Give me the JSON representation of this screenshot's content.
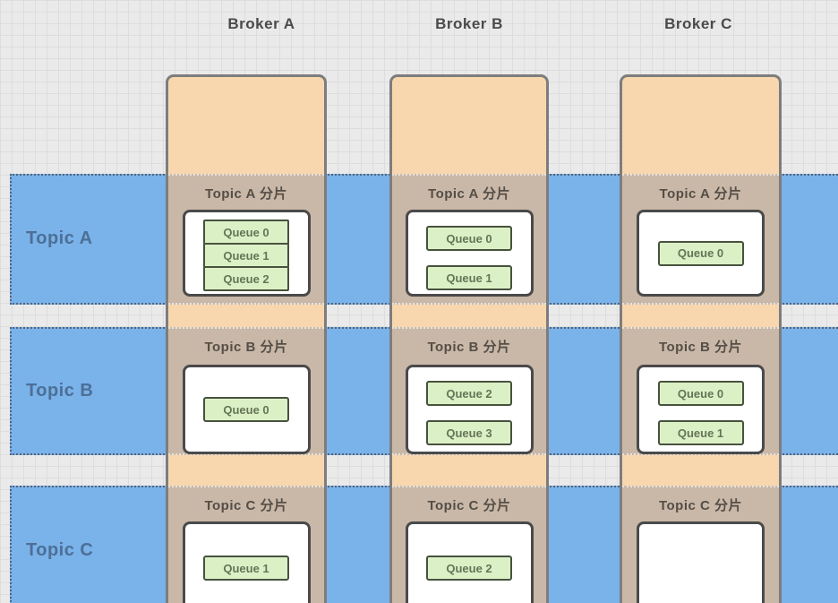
{
  "diagram": {
    "brokers": [
      {
        "label": "Broker A"
      },
      {
        "label": "Broker B"
      },
      {
        "label": "Broker C"
      }
    ],
    "topics": [
      {
        "label": "Topic A"
      },
      {
        "label": "Topic B"
      },
      {
        "label": "Topic C"
      }
    ],
    "cells": {
      "a_a": {
        "label": "Topic A 分片",
        "queues": [
          "Queue 0",
          "Queue 1",
          "Queue 2"
        ]
      },
      "b_a": {
        "label": "Topic A 分片",
        "queues": [
          "Queue 0",
          "Queue 1"
        ]
      },
      "c_a": {
        "label": "Topic A 分片",
        "queues": [
          "Queue 0"
        ]
      },
      "a_b": {
        "label": "Topic B 分片",
        "queues": [
          "Queue 0"
        ]
      },
      "b_b": {
        "label": "Topic B 分片",
        "queues": [
          "Queue 2",
          "Queue 3"
        ]
      },
      "c_b": {
        "label": "Topic B 分片",
        "queues": [
          "Queue 0",
          "Queue 1"
        ]
      },
      "a_c": {
        "label": "Topic C 分片",
        "queues": [
          "Queue 1"
        ]
      },
      "b_c": {
        "label": "Topic C 分片",
        "queues": [
          "Queue 2"
        ]
      },
      "c_c": {
        "label": "Topic C 分片",
        "queues": []
      }
    },
    "colors": {
      "background": "#eaeaea",
      "grid_line": "#dddddd",
      "topic_band_blue": "#7ab2ea",
      "band_dotted_border": "#53647a",
      "topic_label_text": "#4d6f96",
      "broker_fill_peach": "#f8d7ae",
      "broker_border_gray": "#7d7d7d",
      "shard_cell_tan": "#c9b8a8",
      "shard_label_text": "#554e46",
      "queue_container_white": "#ffffff",
      "queue_container_border": "#4a4a4a",
      "queue_fill_green": "#dcf0c6",
      "queue_border_green": "#47523e",
      "queue_text": "#647557",
      "header_text": "#4a4a4a"
    }
  }
}
